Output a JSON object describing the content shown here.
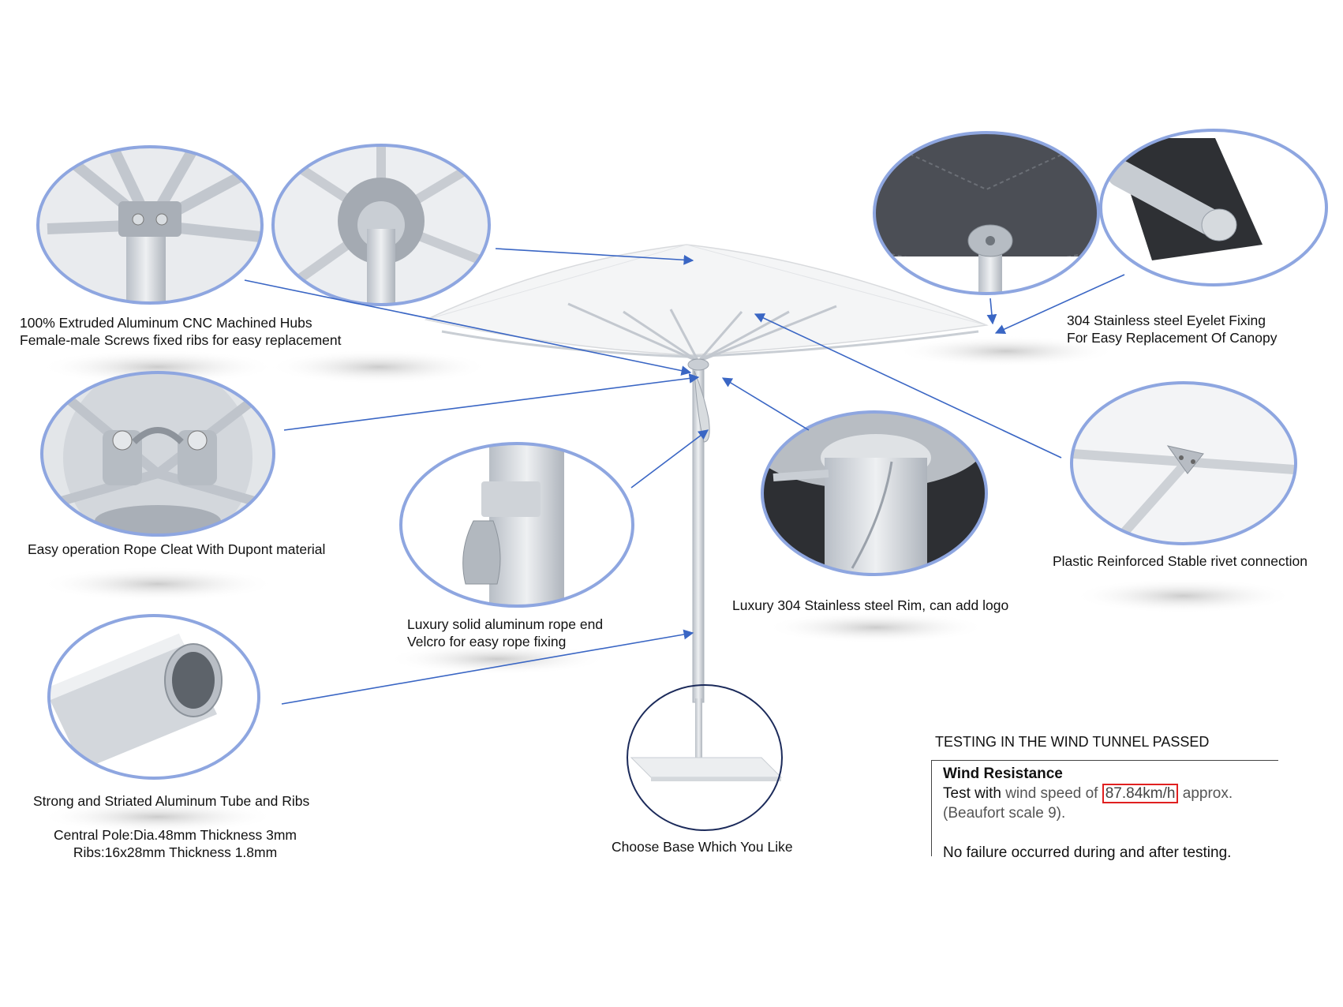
{
  "colors": {
    "arrow": "#3a66c4",
    "lens_rim": "#8ea6e0",
    "highlight": "#e02020",
    "canopy": "#f4f5f6",
    "aluminum": "#c9ced4"
  },
  "labels": {
    "hubs": [
      "100% Extruded Aluminum CNC Machined Hubs",
      "Female-male Screws fixed ribs for easy replacement"
    ],
    "eyelet": [
      "304 Stainless steel Eyelet Fixing",
      "For Easy Replacement Of Canopy"
    ],
    "cleat": "Easy operation Rope Cleat With Dupont material",
    "rope_end": [
      "Luxury solid aluminum rope end",
      "Velcro for easy rope fixing"
    ],
    "rim": "Luxury 304 Stainless steel Rim, can add logo",
    "rivet": "Plastic Reinforced Stable rivet connection",
    "tube": "Strong and Striated Aluminum Tube and Ribs",
    "pole_spec": "Central Pole:Dia.48mm Thickness 3mm",
    "rib_spec": "Ribs:16x28mm Thickness 1.8mm",
    "base": "Choose Base Which You Like"
  },
  "wind_test": {
    "heading": "TESTING IN THE WIND TUNNEL PASSED",
    "title": "Wind Resistance",
    "line1_prefix": "Test with",
    "line1_grey": "wind speed of",
    "line1_value": "87.84km/h",
    "line1_suffix": "approx.",
    "line2": "(Beaufort scale 9).",
    "line3": "No failure occurred during and after testing."
  }
}
